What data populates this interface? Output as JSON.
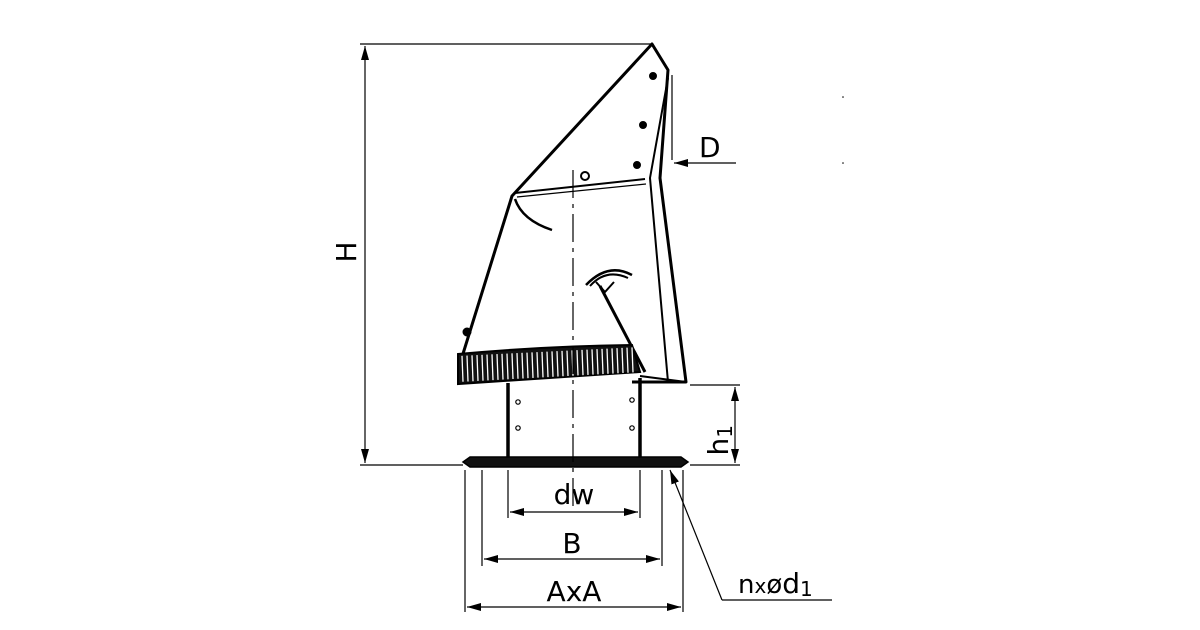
{
  "labels": {
    "H": "H",
    "D": "D",
    "h": "h",
    "h_sub": "1",
    "dw": "dw",
    "B": "B",
    "AxA": "AxA",
    "n": "n",
    "x": "x",
    "phi": "ø",
    "d": "d",
    "d_sub": "1"
  },
  "colors": {
    "line": "#000000",
    "background": "#ffffff"
  }
}
